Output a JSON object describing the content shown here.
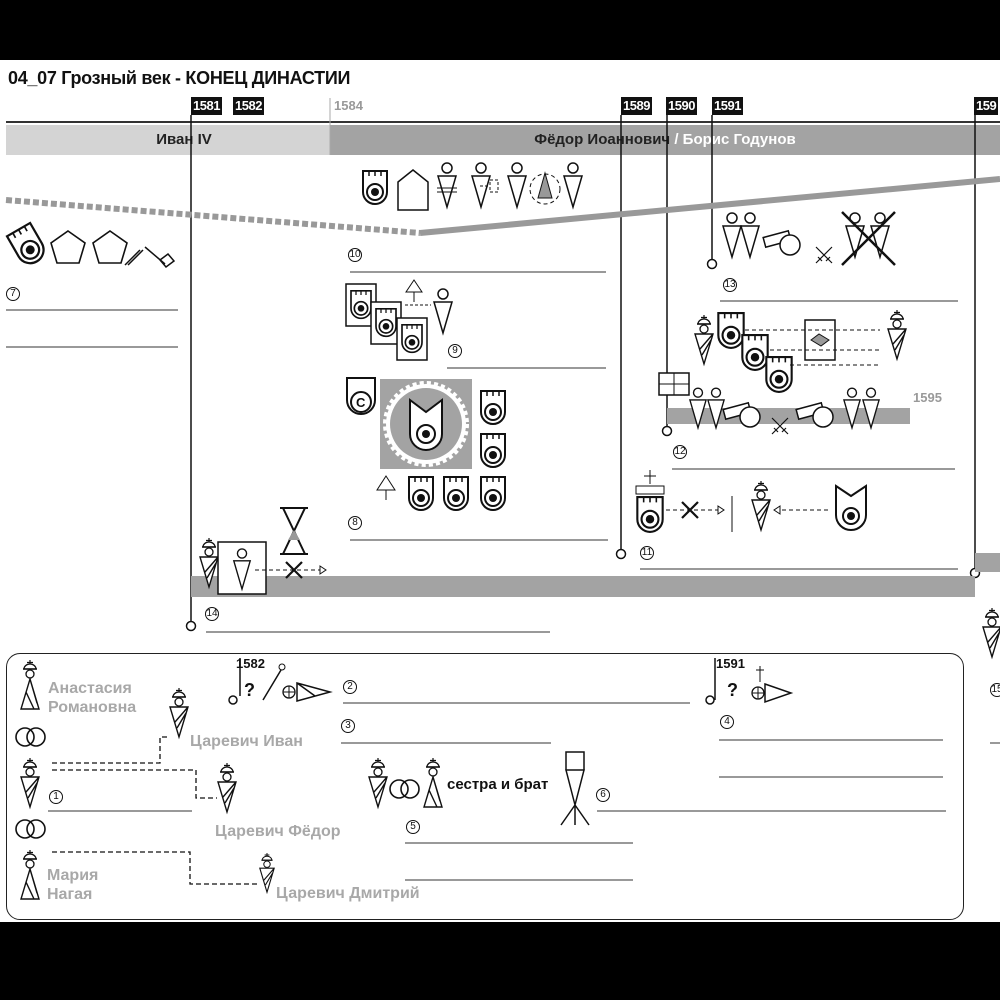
{
  "title": "04_07 Грозный век - КОНЕЦ ДИНАСТИИ",
  "timeline": {
    "years": [
      "1581",
      "1582",
      "1589",
      "1590",
      "1591",
      "159"
    ],
    "year_gray": "1584",
    "year_1595": "1595",
    "reigns": [
      {
        "label": "Иван IV"
      },
      {
        "label": "Фёдор Иоаннович",
        "label2": " / Борис Годунов"
      }
    ]
  },
  "events": [
    "7",
    "10",
    "9",
    "8",
    "14",
    "13",
    "12",
    "11"
  ],
  "genealogy": {
    "names": [
      "Анастасия Романовна",
      "Царевич Иван",
      "Царевич Фёдор",
      "Мария Нагая",
      "Царевич Дмитрий"
    ],
    "sibling_label": "сестра и брат",
    "year_a": "1582",
    "year_b": "1591",
    "question": "?",
    "numbers": [
      "1",
      "2",
      "3",
      "4",
      "5",
      "6",
      "15"
    ]
  },
  "colors": {
    "bar_light": "#d4d4d4",
    "bar_dark": "#a3a3a3",
    "line_gray": "#999999",
    "name_gray": "#a8a8a8"
  }
}
